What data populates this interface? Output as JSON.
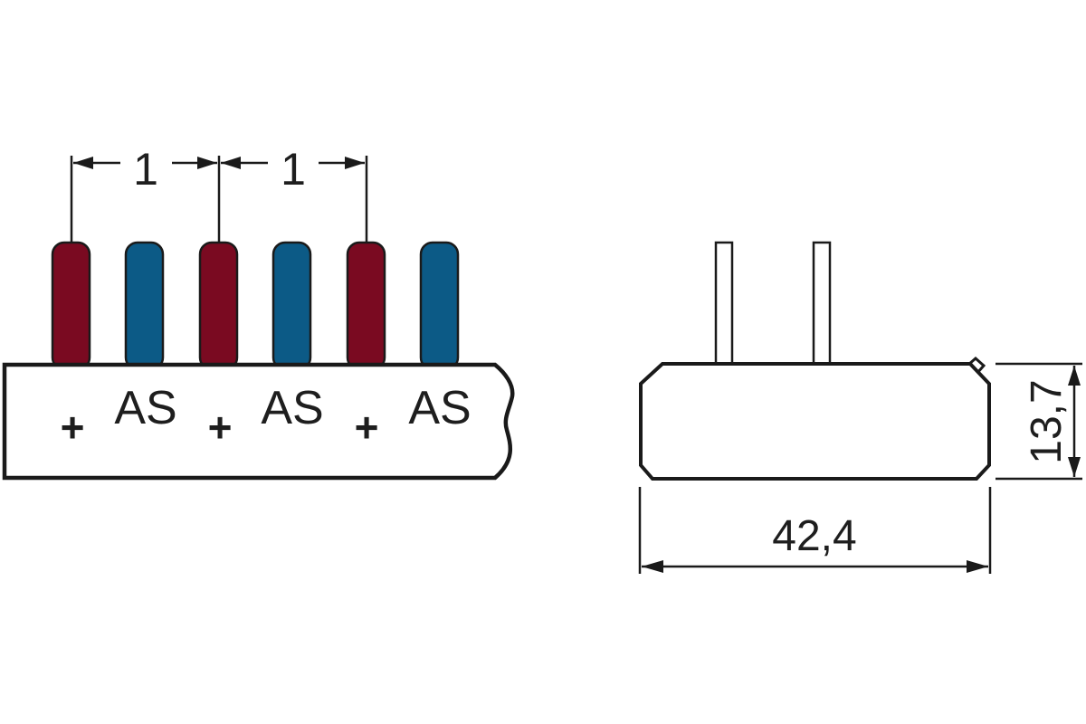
{
  "diagram": {
    "pitch_labels": [
      "1",
      "1"
    ],
    "terminal_labels": [
      {
        "polarity": "+",
        "name": "AS"
      },
      {
        "polarity": "+",
        "name": "AS"
      },
      {
        "polarity": "+",
        "name": "AS"
      }
    ],
    "pins": [
      {
        "type": "positive",
        "color": "#7a0a21"
      },
      {
        "type": "as",
        "color": "#0c5a86"
      },
      {
        "type": "positive",
        "color": "#7a0a21"
      },
      {
        "type": "as",
        "color": "#0c5a86"
      },
      {
        "type": "positive",
        "color": "#7a0a21"
      },
      {
        "type": "as",
        "color": "#0c5a86"
      }
    ],
    "side_view": {
      "width_label": "42,4",
      "height_label": "13,7"
    },
    "colors": {
      "line": "#1a1a1a",
      "text": "#1e1e1e",
      "body_fill": "#ffffff"
    }
  }
}
